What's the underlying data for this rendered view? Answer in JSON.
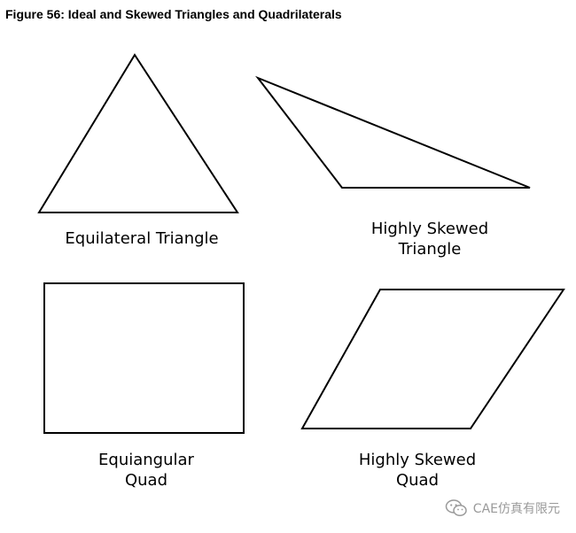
{
  "figure": {
    "title": "Figure 56: Ideal and Skewed Triangles and Quadrilaterals"
  },
  "shapes": {
    "equilateral_triangle": {
      "caption_lines": [
        "Equilateral Triangle"
      ]
    },
    "skewed_triangle": {
      "caption_lines": [
        "Highly Skewed",
        "Triangle"
      ]
    },
    "equiangular_quad": {
      "caption_lines": [
        "Equiangular",
        "Quad"
      ]
    },
    "skewed_quad": {
      "caption_lines": [
        "Highly Skewed",
        "Quad"
      ]
    }
  },
  "watermark": {
    "text": "CAE仿真有限元",
    "icon": "wechat-icon",
    "color": "#9a9a9a"
  },
  "colors": {
    "stroke": "#000000",
    "background": "#ffffff"
  }
}
